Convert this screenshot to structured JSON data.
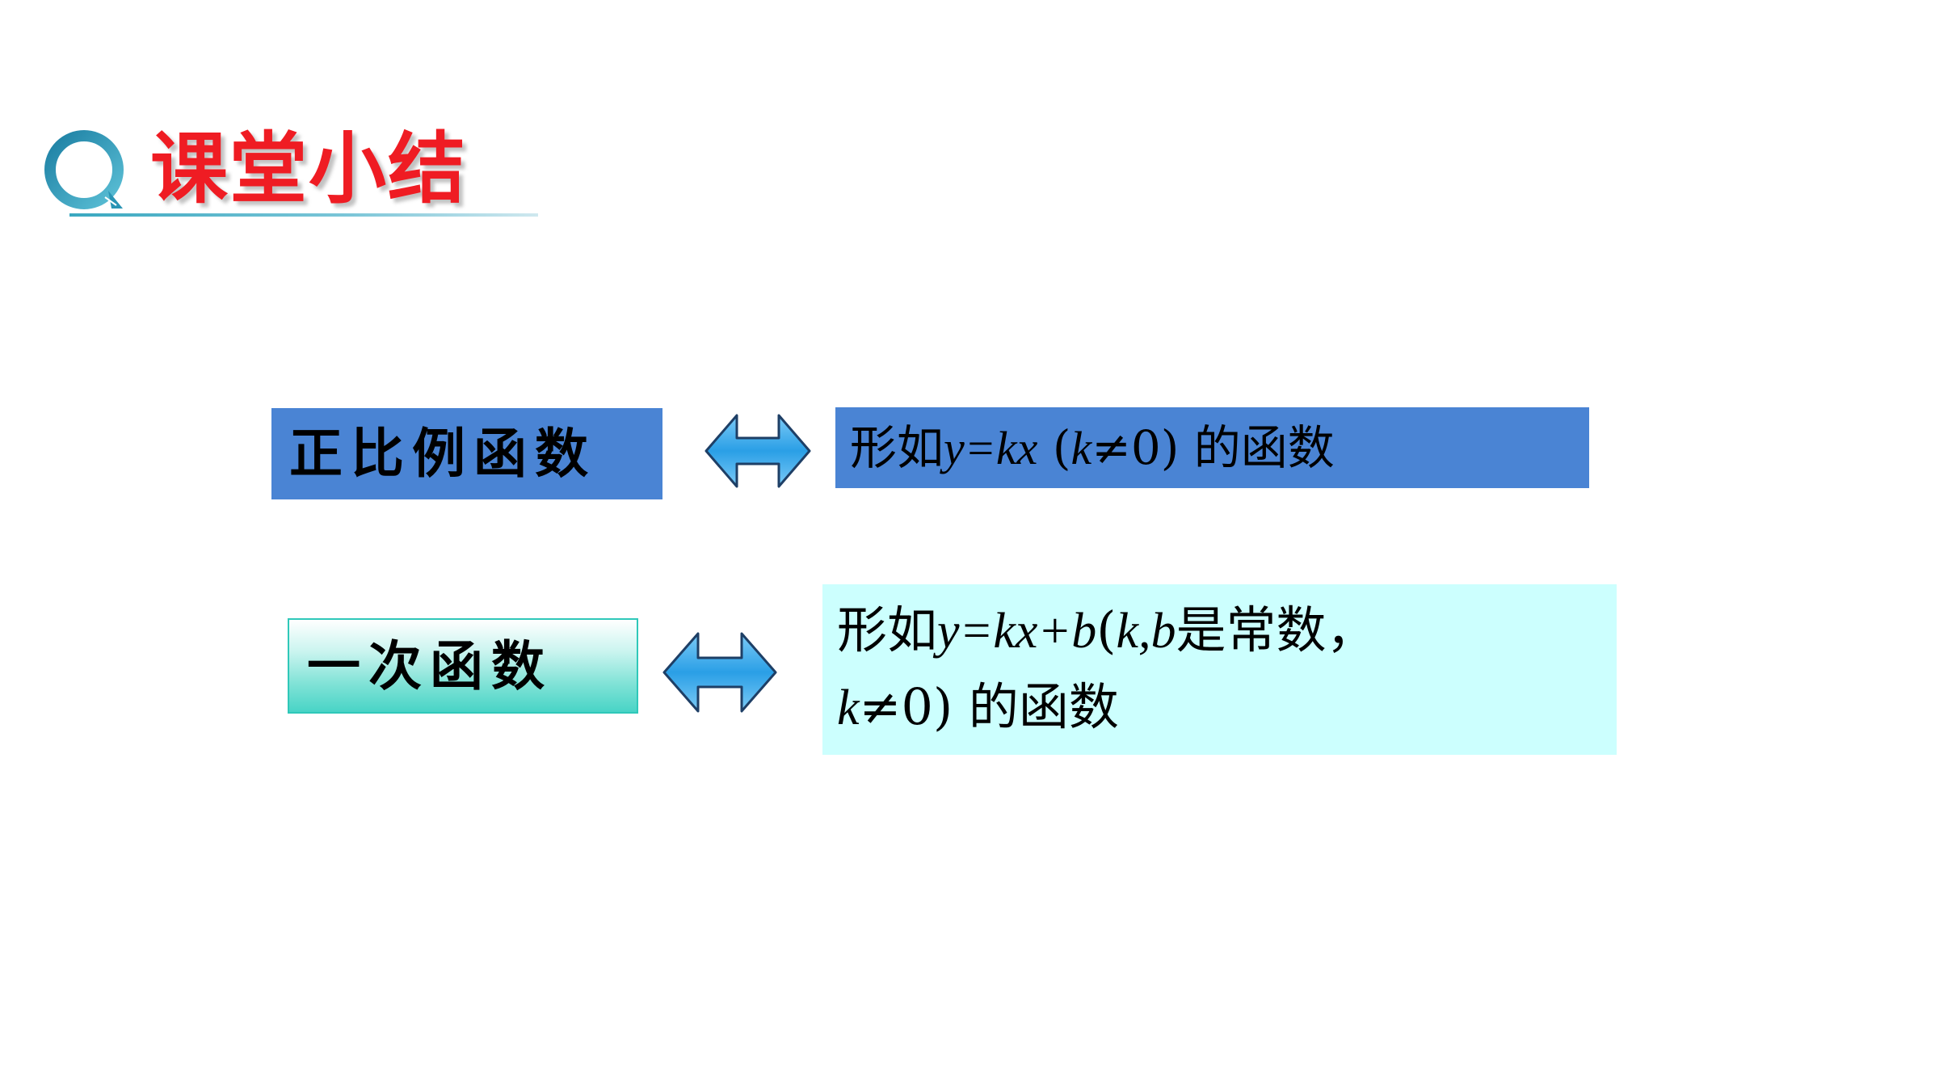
{
  "header": {
    "title": "课堂小结",
    "icon": "magnifier-ring-icon",
    "accent_color": "#ef1c23"
  },
  "rows": [
    {
      "term": "正比例函数",
      "term_color": "#4a84d4",
      "definition_lines": [
        {
          "prefix": "形如",
          "formula": "y=kx",
          "condition_open": " (",
          "condition_var": "k",
          "condition_rel": "≠0",
          "condition_close": ")",
          "suffix": " 的函数"
        }
      ],
      "arrow": "double-headed-arrow-icon"
    },
    {
      "term": "一次函数",
      "term_color": "#48d4c6",
      "definition_line1": {
        "prefix": "形如",
        "formula": "y=kx+b",
        "open": "(",
        "vars": "k,b",
        "note": "是常数，"
      },
      "definition_line2": {
        "var": "k",
        "rel": "≠0",
        "close": ")",
        "suffix": " 的函数"
      },
      "definition_bg": "#ccfffe",
      "arrow": "double-headed-arrow-icon"
    }
  ]
}
